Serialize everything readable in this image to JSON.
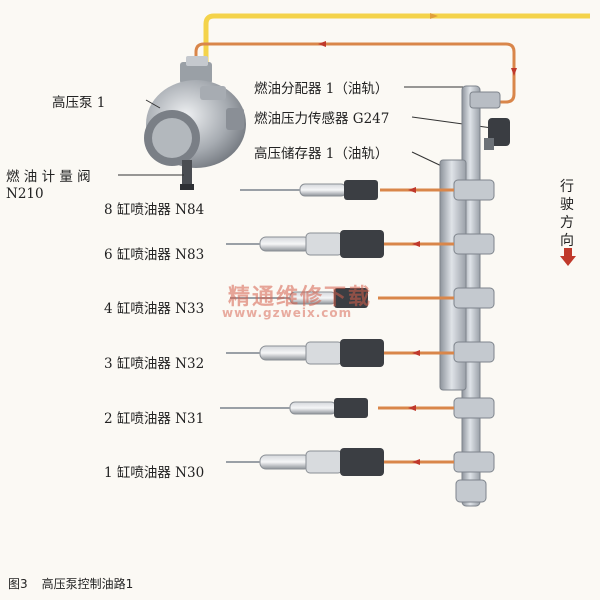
{
  "labels": {
    "high_pressure_pump": "高压泵 1",
    "fuel_metering_valve_line1": "燃 油 计 量 阀",
    "fuel_metering_valve_line2": "N210",
    "fuel_distributor": "燃油分配器 1（油轨）",
    "fuel_pressure_sensor": "燃油压力传感器 G247",
    "high_pressure_accumulator": "高压储存器 1（油轨）",
    "injector_8": "8 缸喷油器 N84",
    "injector_6": "6 缸喷油器 N83",
    "injector_4": "4 缸喷油器 N33",
    "injector_3": "3 缸喷油器 N32",
    "injector_2": "2 缸喷油器 N31",
    "injector_1": "1 缸喷油器 N30",
    "direction_line1": "行",
    "direction_line2": "驶",
    "direction_line3": "方",
    "direction_line4": "向"
  },
  "watermark": {
    "title": "精通维修下载",
    "url": "www.gzweix.com"
  },
  "caption": {
    "figure_number": "图3",
    "title": "高压泵控制油路1"
  },
  "colors": {
    "low_pressure_line": "#f4d34a",
    "high_pressure_line": "#d9864a",
    "rail": "#b9bec6",
    "arrow": "#c0392b"
  }
}
